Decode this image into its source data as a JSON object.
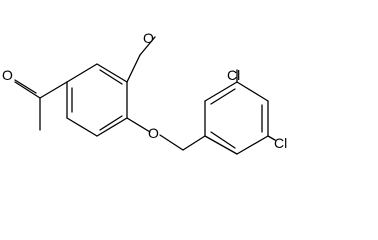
{
  "molecule": {
    "atom_labels": {
      "ketone_oxygen": "O",
      "methoxy_oxygen": "O",
      "ether_oxygen": "O",
      "chlorine_ortho": "Cl",
      "chlorine_para": "Cl"
    },
    "colors": {
      "bond": "#000000",
      "label": "#000000",
      "background": "#ffffff"
    }
  }
}
